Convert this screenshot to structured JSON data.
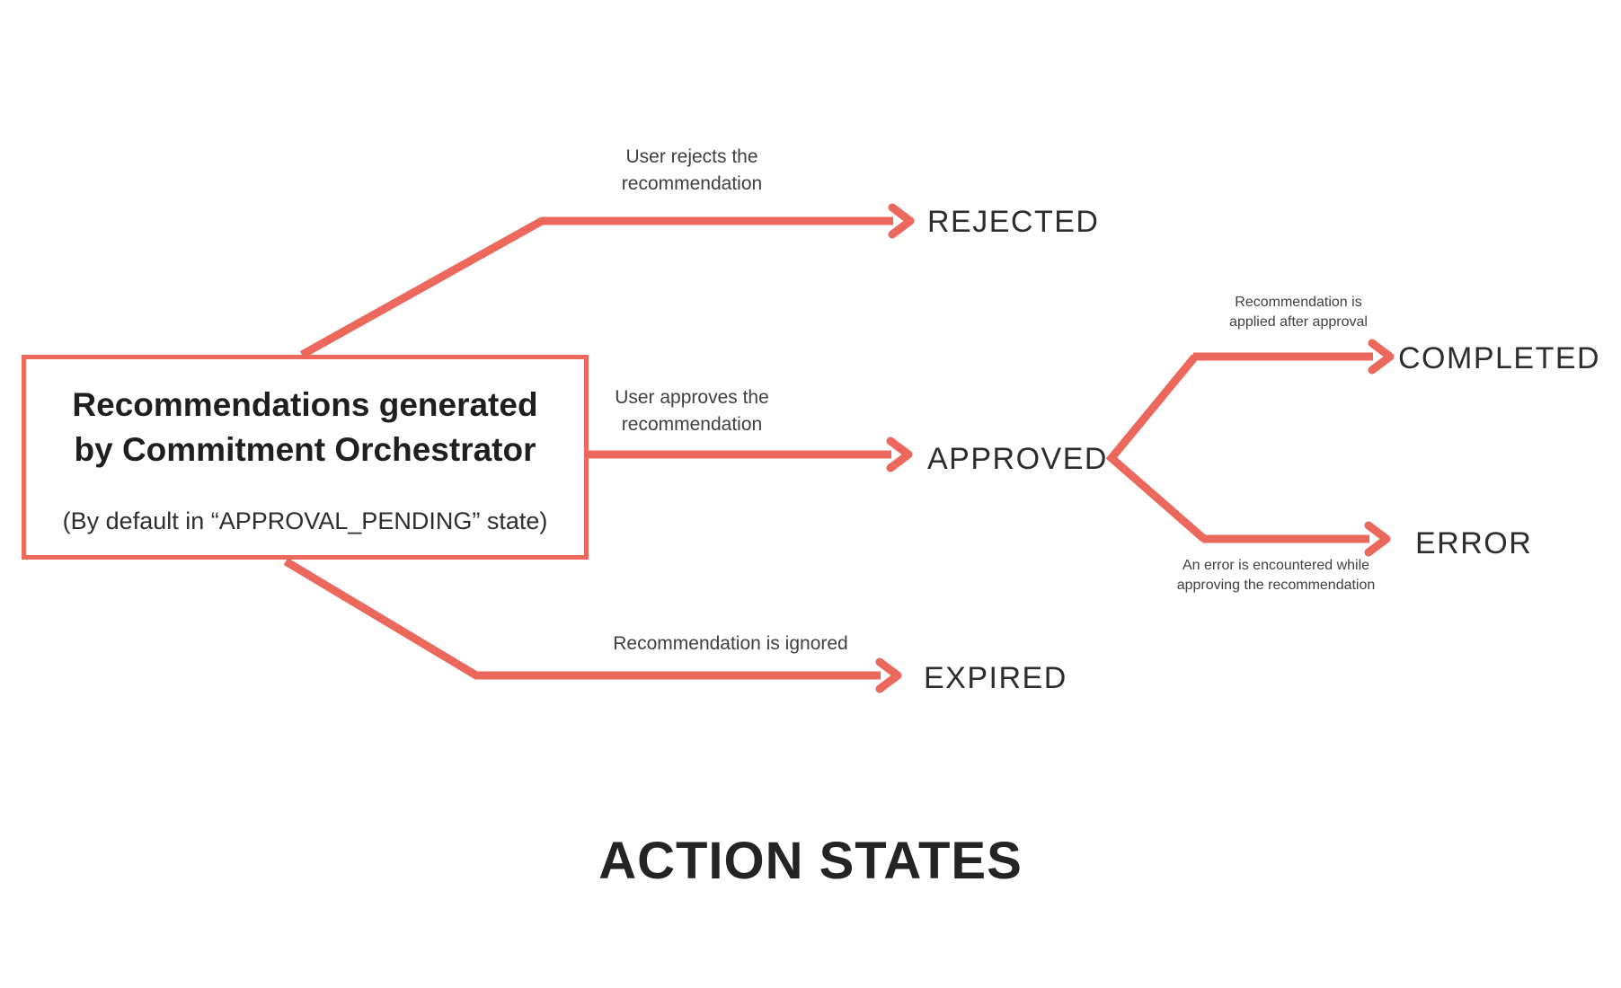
{
  "diagram": {
    "source_box": {
      "title_line1": "Recommendations generated",
      "title_line2": "by Commitment Orchestrator",
      "subtitle": "(By default in “APPROVAL_PENDING” state)"
    },
    "branches": {
      "rejected": {
        "label_line1": "User rejects the",
        "label_line2": "recommendation",
        "state": "REJECTED"
      },
      "approved": {
        "label_line1": "User approves the",
        "label_line2": "recommendation",
        "state": "APPROVED"
      },
      "completed": {
        "label_line1": "Recommendation is",
        "label_line2": "applied after approval",
        "state": "COMPLETED"
      },
      "error": {
        "label_line1": "An error is encountered while",
        "label_line2": "approving the recommendation",
        "state": "ERROR"
      },
      "expired": {
        "label_line1": "Recommendation is ignored",
        "label_line2": "",
        "state": "EXPIRED"
      }
    },
    "title": "ACTION STATES",
    "colors": {
      "arrow": "#ec675c",
      "state_text": "#2d2d2d",
      "label_text": "#404040",
      "title_text": "#242424",
      "background": "#ffffff"
    }
  }
}
